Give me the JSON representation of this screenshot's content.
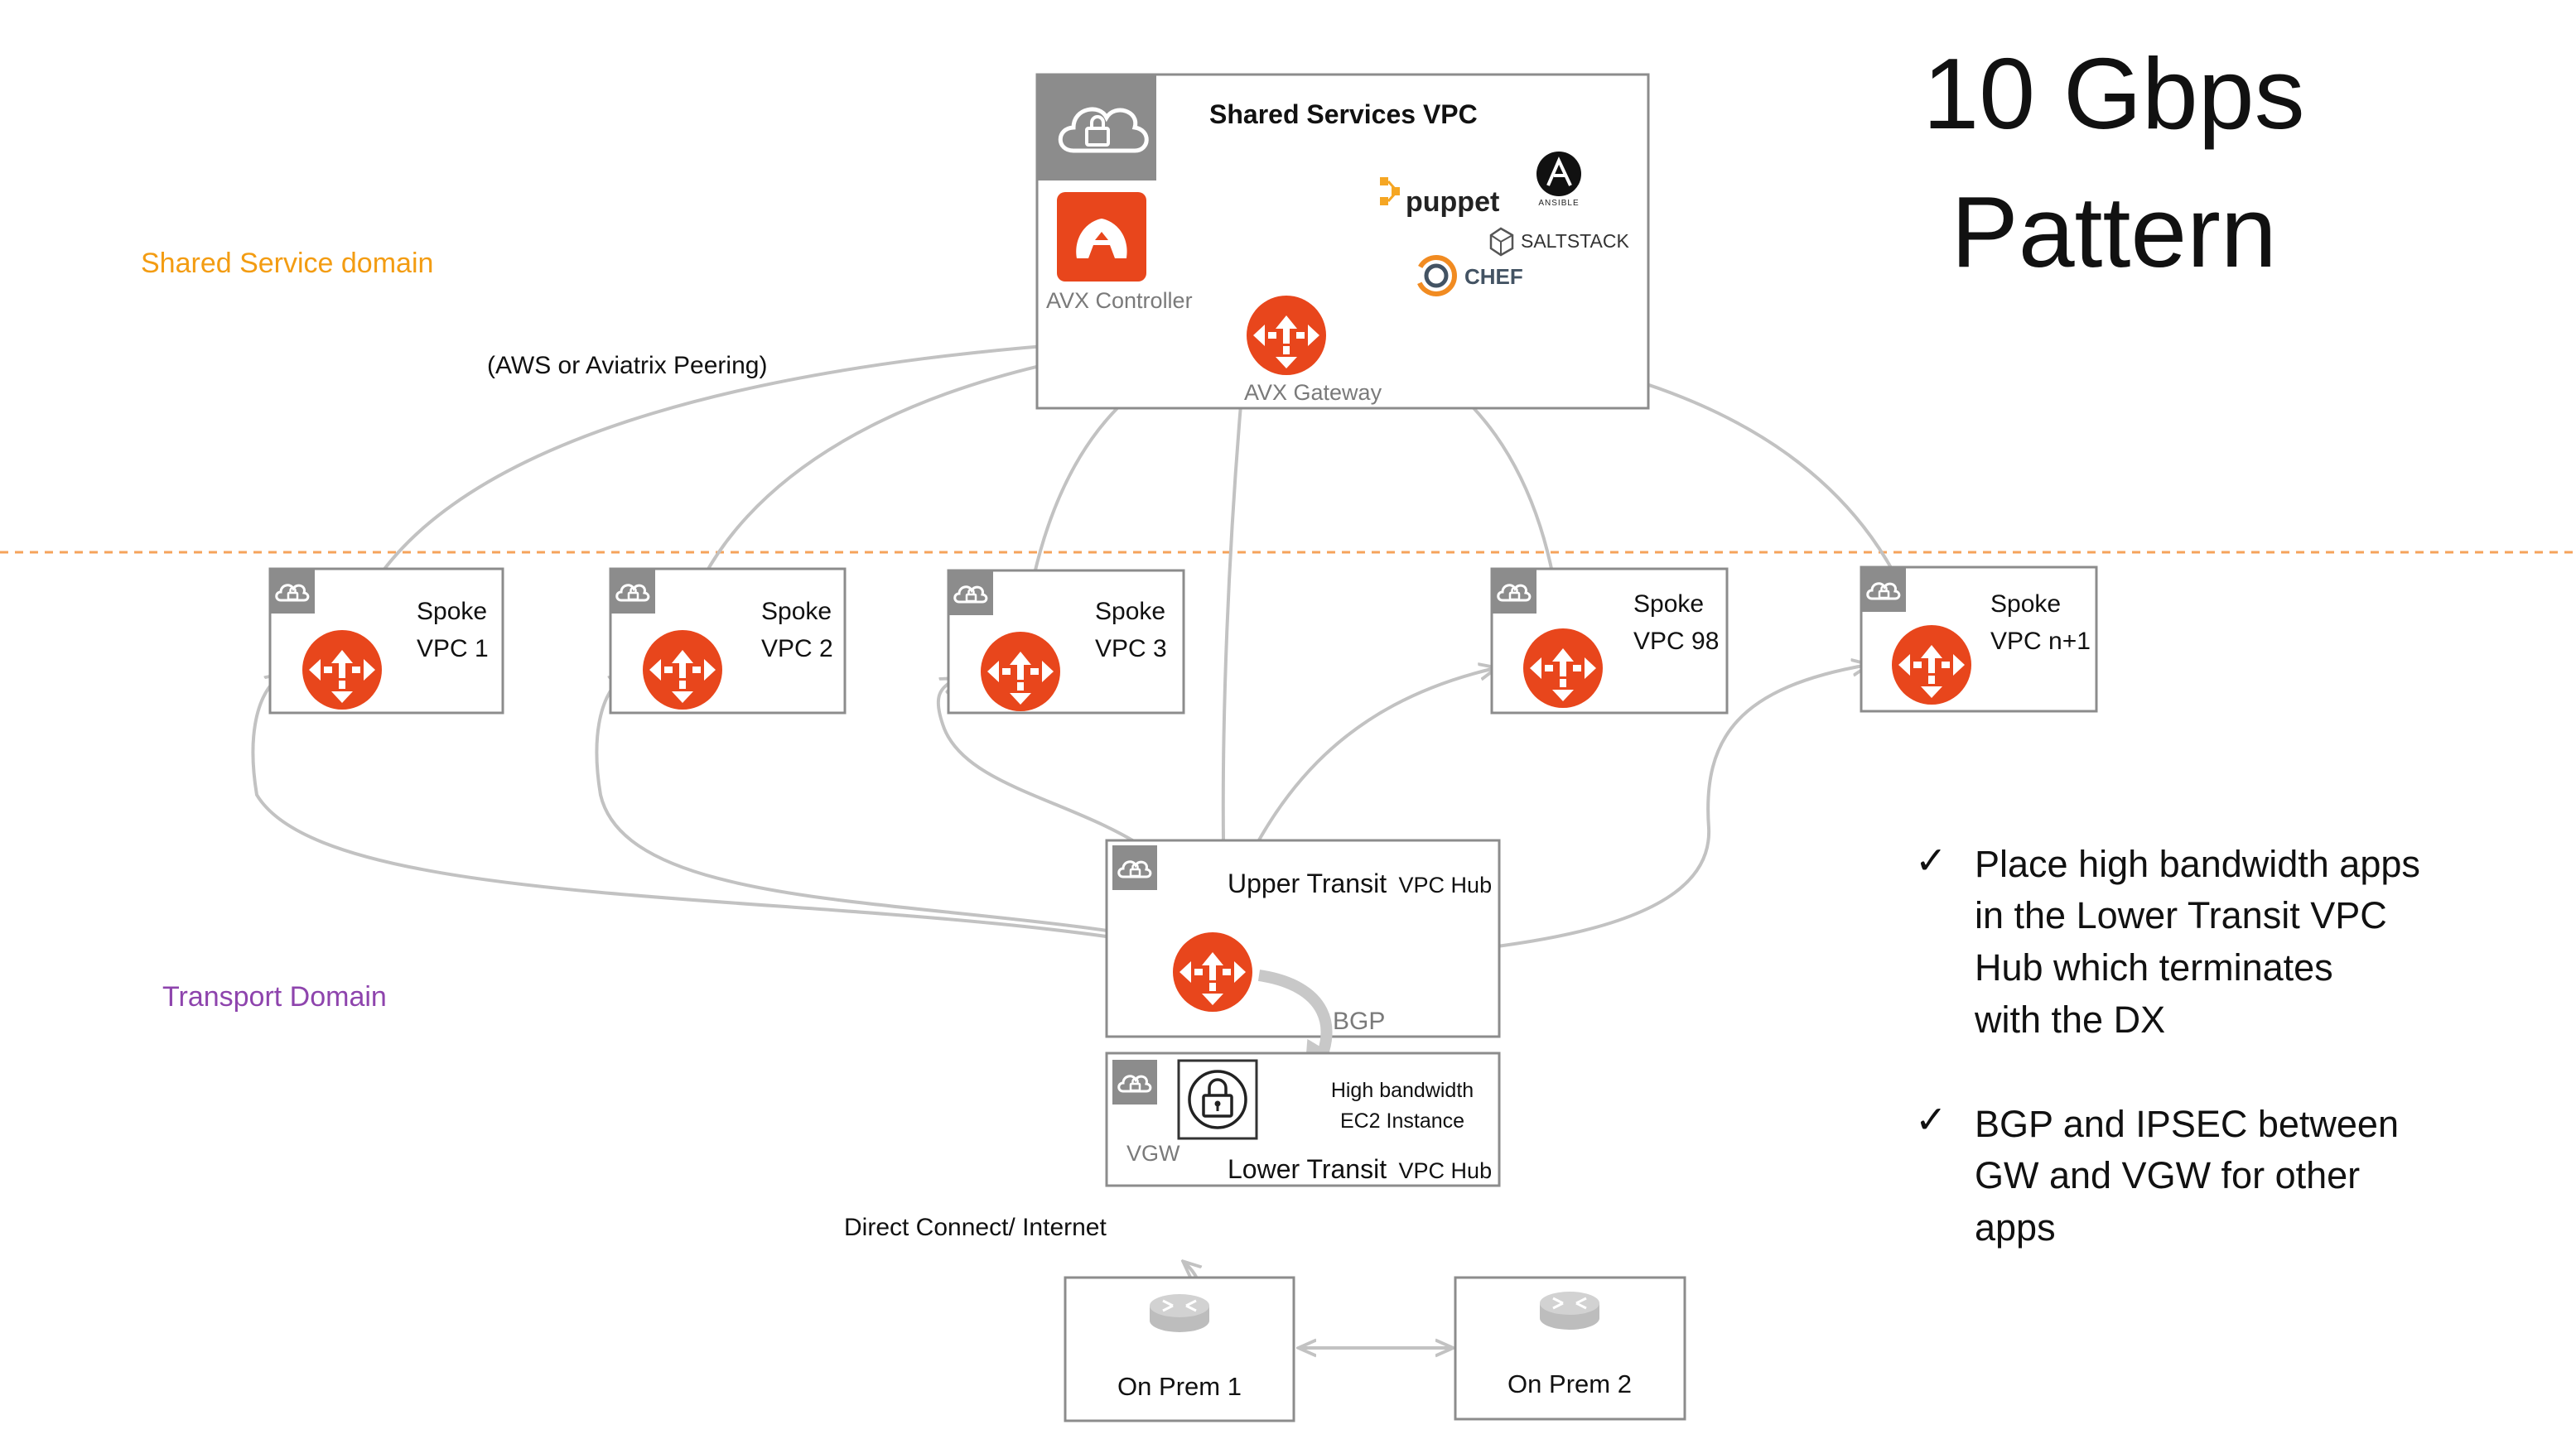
{
  "title": {
    "line1": "10 Gbps",
    "line2": "Pattern"
  },
  "domains": {
    "shared": "Shared Service domain",
    "transport": "Transport Domain"
  },
  "colors": {
    "shared_domain": "#f39c12",
    "transport_domain": "#8e44ad",
    "gateway": "#e8461c",
    "box_border": "#8c8c8c",
    "connector": "#c2c2c2",
    "divider": "#f5a35b"
  },
  "shared_vpc": {
    "title": "Shared Services VPC",
    "controller_label": "AVX Controller",
    "gateway_label": "AVX Gateway",
    "tools": {
      "puppet": "puppet",
      "ansible": "ANSIBLE",
      "saltstack": "SALTSTACK",
      "chef": "CHEF"
    }
  },
  "peering_label": "(AWS or Aviatrix Peering)",
  "spokes": [
    {
      "line1": "Spoke",
      "line2": "VPC 1"
    },
    {
      "line1": "Spoke",
      "line2": "VPC 2"
    },
    {
      "line1": "Spoke",
      "line2": "VPC 3"
    },
    {
      "line1": "Spoke",
      "line2": "VPC 98"
    },
    {
      "line1": "Spoke",
      "line2": "VPC n+1"
    }
  ],
  "upper_transit": {
    "main": "Upper Transit",
    "suffix": "VPC Hub"
  },
  "bgp_label": "BGP",
  "lower_transit": {
    "main": "Lower Transit",
    "suffix": "VPC Hub",
    "vgw": "VGW",
    "instance_line1": "High bandwidth",
    "instance_line2": "EC2 Instance"
  },
  "direct_connect": "Direct Connect/ Internet",
  "on_prem": [
    "On Prem 1",
    "On Prem 2"
  ],
  "bullets": [
    [
      "Place high bandwidth apps",
      "in the Lower Transit VPC",
      "Hub which terminates",
      "with the DX"
    ],
    [
      "BGP and IPSEC between",
      "GW and VGW for other",
      "apps"
    ]
  ]
}
